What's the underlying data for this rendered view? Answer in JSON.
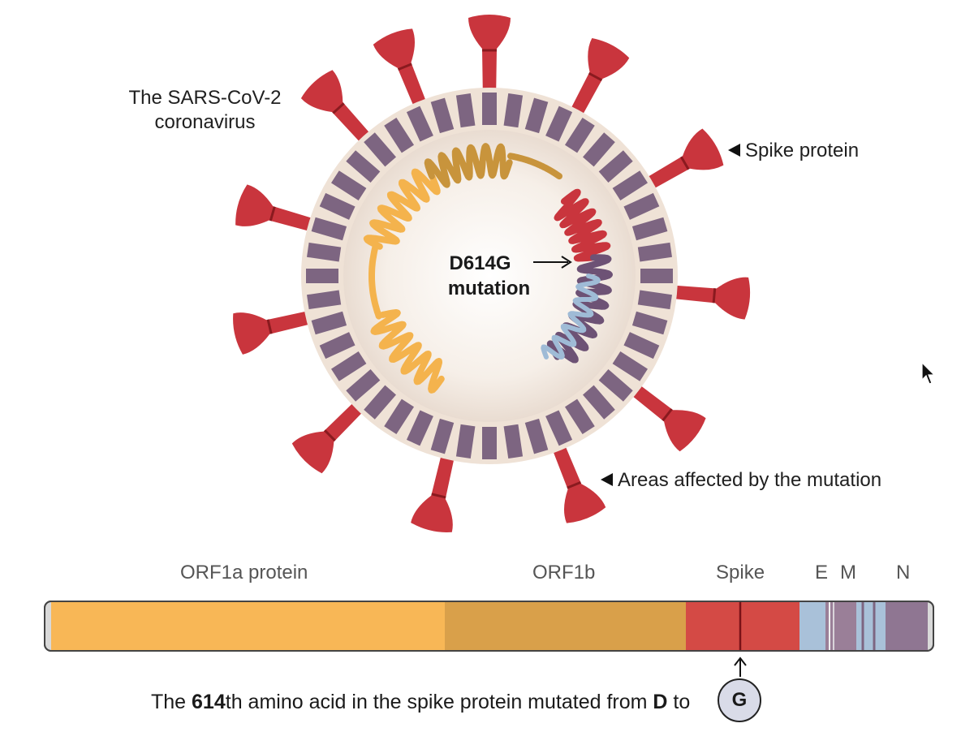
{
  "labels": {
    "virus_title": "The SARS-CoV-2 coronavirus",
    "spike_protein": "Spike protein",
    "areas_affected": "Areas affected by the mutation",
    "mutation_line1": "D614G",
    "mutation_line2": "mutation"
  },
  "genome": {
    "segments": [
      {
        "name": "ORF1a protein",
        "color": "#f8b756"
      },
      {
        "name": "ORF1b",
        "color": "#d9a04a"
      },
      {
        "name": "Spike",
        "color": "#d44a45"
      },
      {
        "name": "E",
        "color": "#a9c1d9"
      },
      {
        "name": "M",
        "color": "#9a7f98"
      },
      {
        "name": "N",
        "color": "#8f7692"
      }
    ]
  },
  "caption": {
    "prefix": "The ",
    "number": "614",
    "middle": "th amino acid in the spike protein mutated from ",
    "from": "D",
    "to_word": " to",
    "to": "G"
  },
  "colors": {
    "spike": "#c9353d",
    "spike_dark": "#8a1a1f",
    "envelope": "#efe6dd",
    "membrane_block": "#7d6581",
    "rna_orange": "#f4b34d",
    "rna_gold": "#c8943c",
    "rna_red": "#c9353d",
    "rna_blue": "#9fbbd6",
    "rna_purple": "#6d5275"
  }
}
